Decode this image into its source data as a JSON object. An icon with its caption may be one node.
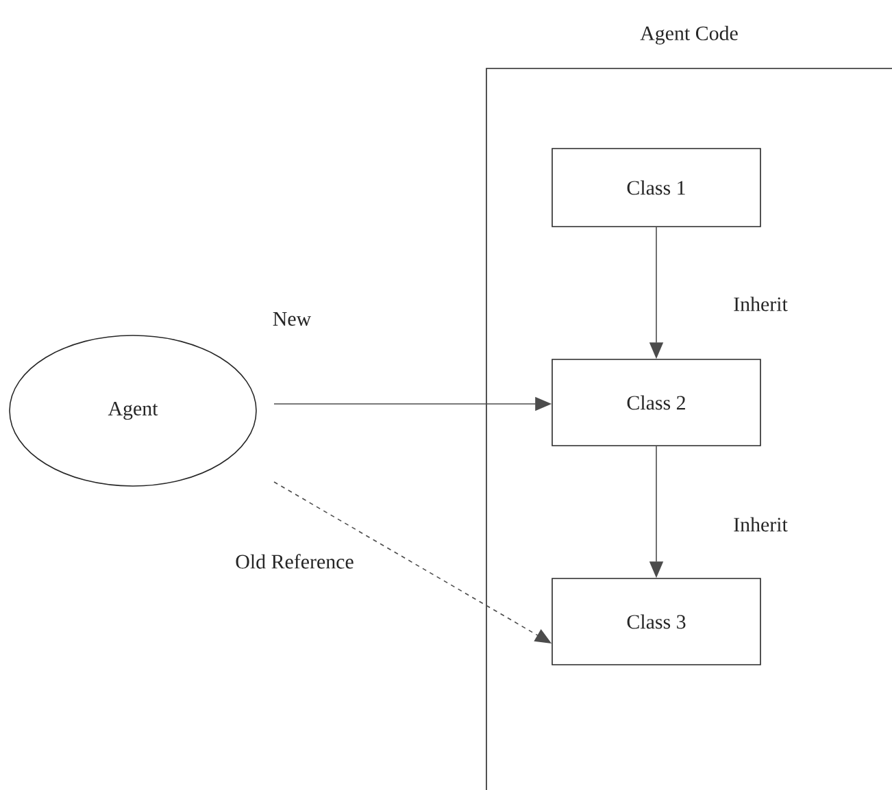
{
  "diagram": {
    "nodes": [
      {
        "text": [
          "Agent Code"
        ]
      },
      {
        "text": [
          "Class 1"
        ],
        "in": 0
      },
      {
        "text": [
          "Class 2"
        ],
        "in": 0
      },
      {
        "text": [
          "Class 3"
        ],
        "in": 0
      },
      {
        "text": [
          "Agent"
        ]
      }
    ],
    "edges": [
      {
        "from": 1,
        "to": 2,
        "arrow": "to",
        "label": "Inherit"
      },
      {
        "from": 2,
        "to": 3,
        "arrow": "to",
        "label": "Inherit"
      },
      {
        "from": 4,
        "to": 2,
        "arrow": "to",
        "label": "New"
      },
      {
        "from": 4,
        "to": 3,
        "arrow": "to",
        "label": "Old Reference",
        "style": "dashed"
      }
    ]
  }
}
